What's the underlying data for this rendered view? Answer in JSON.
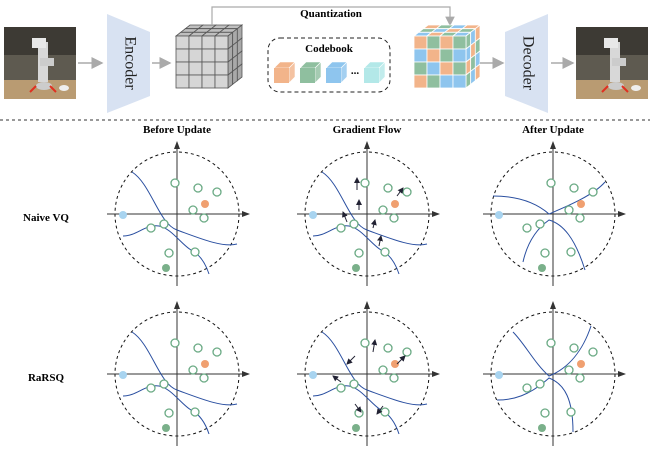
{
  "pipeline": {
    "encoder_label": "Encoder",
    "decoder_label": "Decoder",
    "quantization_label": "Quantization",
    "codebook_label": "Codebook",
    "codebook_ellipsis": "...",
    "codebook_colors": [
      "#f2b48a",
      "#8fbf9f",
      "#8ec5ee",
      "#b3e8e8"
    ]
  },
  "columns": [
    "Before Update",
    "Gradient Flow",
    "After Update"
  ],
  "rows": [
    "Naive VQ",
    "RaRSQ"
  ],
  "colors": {
    "orange_point": "#f0a070",
    "green_point": "#7ab08a",
    "blue_point": "#a8d4f0",
    "hollow_point": "#6aaa84",
    "boundary": "#2a4fa0",
    "encoder_fill": "#d8e2f2",
    "cube_orange": "#f2b48a",
    "cube_green": "#8fbf9f",
    "cube_blue": "#8ec5ee"
  }
}
